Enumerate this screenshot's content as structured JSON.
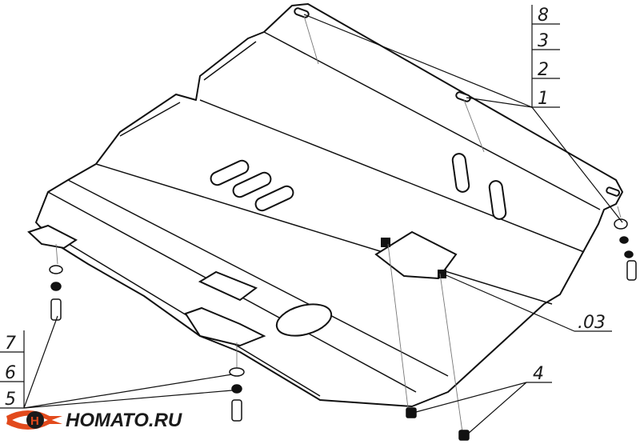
{
  "callouts_top_right": [
    "8",
    "3",
    "2",
    "1"
  ],
  "callouts_bottom_left": [
    "7",
    "6",
    "5"
  ],
  "callout_bottom": "4",
  "callout_part": ".03",
  "logo": {
    "text": "НОМАТО.RU",
    "colors": {
      "wing": "#e24a1c",
      "core": "#1a1a1a"
    }
  }
}
